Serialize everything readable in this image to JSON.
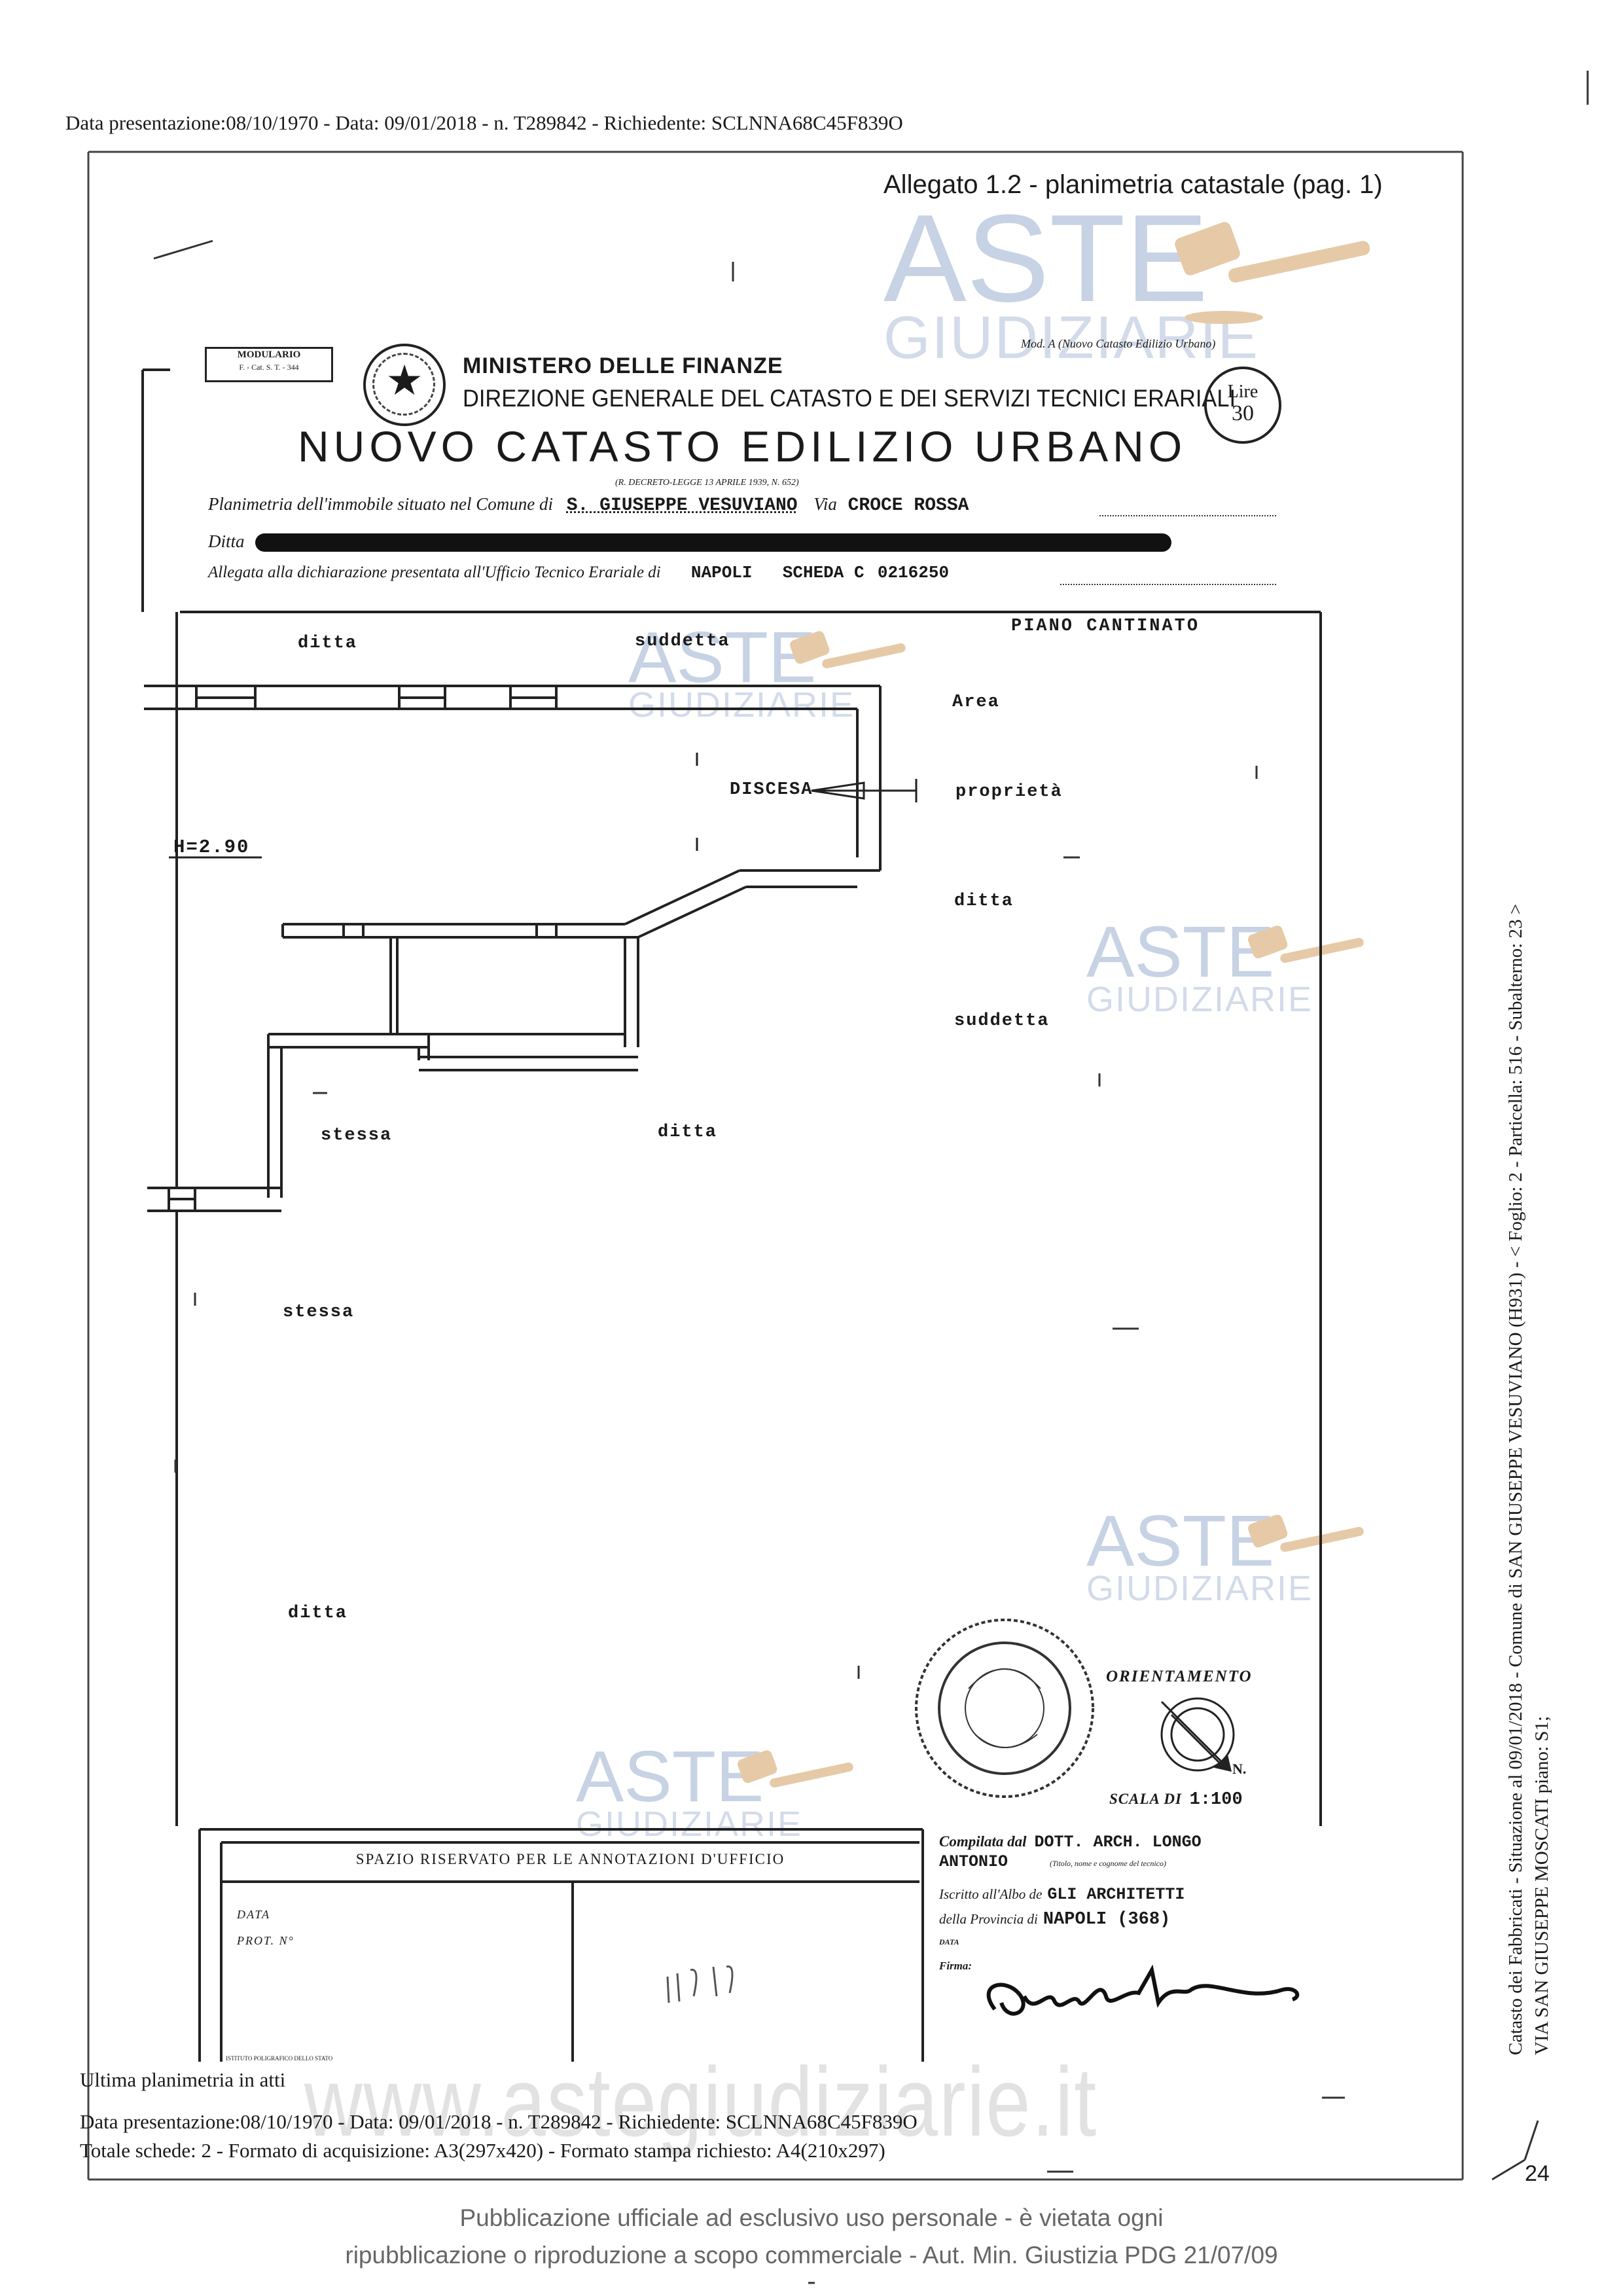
{
  "header_line": "Data presentazione:08/10/1970 - Data: 09/01/2018 - n. T289842 - Richiedente: SCLNNA68C45F839O",
  "allegato_title": "Allegato 1.2 - planimetria catastale (pag. 1)",
  "watermark": {
    "brand": "ASTE",
    "sub": "GIUDIZIARIE",
    "url": "www.astegiudiziarie.it"
  },
  "form": {
    "modulario": "MODULARIO",
    "modulario_code": "F. - Cat. S. T. - 344",
    "mod_ref": "Mod. A (Nuovo Catasto Edilizio Urbano)",
    "ministry": "MINISTERO DELLE FINANZE",
    "direction": "DIREZIONE GENERALE DEL CATASTO E DEI SERVIZI TECNICI ERARIALI",
    "title": "NUOVO CATASTO EDILIZIO URBANO",
    "decree": "(R. DECRETO-LEGGE 13 APRILE 1939, N. 652)",
    "stamp_top": "Lire",
    "stamp_bottom": "30",
    "row1_label": "Planimetria dell'immobile situato nel Comune di",
    "row1_value": "S. GIUSEPPE VESUVIANO",
    "row1_via_label": "Via",
    "row1_via_value": "CROCE ROSSA",
    "row2_label": "Ditta",
    "row3_label": "Allegata alla dichiarazione presentata all'Ufficio Tecnico Erariale di",
    "row3_value": "NAPOLI",
    "row3_scheda_label": "SCHEDA C",
    "row3_scheda_value": "0216250"
  },
  "plan": {
    "floor": "PIANO CANTINATO",
    "labels": {
      "ditta_top": "ditta",
      "suddetta_top": "suddetta",
      "area": "Area",
      "discesa": "DISCESA",
      "proprieta": "proprietà",
      "ditta_right": "ditta",
      "suddetta_right": "suddetta",
      "height": "H=2.90",
      "stessa_1": "stessa",
      "ditta_mid": "ditta",
      "stessa_2": "stessa",
      "ditta_bottom": "ditta"
    },
    "orientation": "ORIENTAMENTO",
    "scale_label": "SCALA DI",
    "scale_value": "1:100"
  },
  "office_box": {
    "title": "SPAZIO RISERVATO PER LE ANNOTAZIONI D'UFFICIO",
    "data_label": "DATA",
    "prot_label": "PROT. N°",
    "footer_print": "ISTITUTO POLIGRAFICO DELLO STATO"
  },
  "compiler": {
    "compilata_label": "Compilata dal",
    "compilata_value": "DOTT. ARCH. LONGO",
    "compilata_value2": "ANTONIO",
    "compilata_hint": "(Titolo, nome e cognome del tecnico)",
    "iscritto_label": "Iscritto all'Albo de",
    "iscritto_value": "GLI ARCHITETTI",
    "provincia_label": "della Provincia di",
    "provincia_value": "NAPOLI (368)",
    "data_label": "DATA",
    "firma_label": "Firma:"
  },
  "side_text": {
    "line1": "Catasto dei Fabbricati - Situazione al 09/01/2018 - Comune di SAN GIUSEPPE VESUVIANO (H931) - < Foglio: 2 - Particella: 516 - Subalterno: 23 >",
    "line2": "VIA SAN GIUSEPPE MOSCATI piano: S1;"
  },
  "footer": {
    "ultima": "Ultima planimetria in atti",
    "line1": "Data presentazione:08/10/1970 - Data: 09/01/2018 - n. T289842 - Richiedente: SCLNNA68C45F839O",
    "line2": "Totale schede: 2 - Formato di acquisizione: A3(297x420) - Formato stampa richiesto: A4(210x297)",
    "page_number": "24",
    "notice_line1": "Pubblicazione ufficiale ad esclusivo uso personale - è vietata ogni",
    "notice_line2": "ripubblicazione o riproduzione a scopo commerciale - Aut. Min. Giustizia PDG 21/07/09"
  }
}
